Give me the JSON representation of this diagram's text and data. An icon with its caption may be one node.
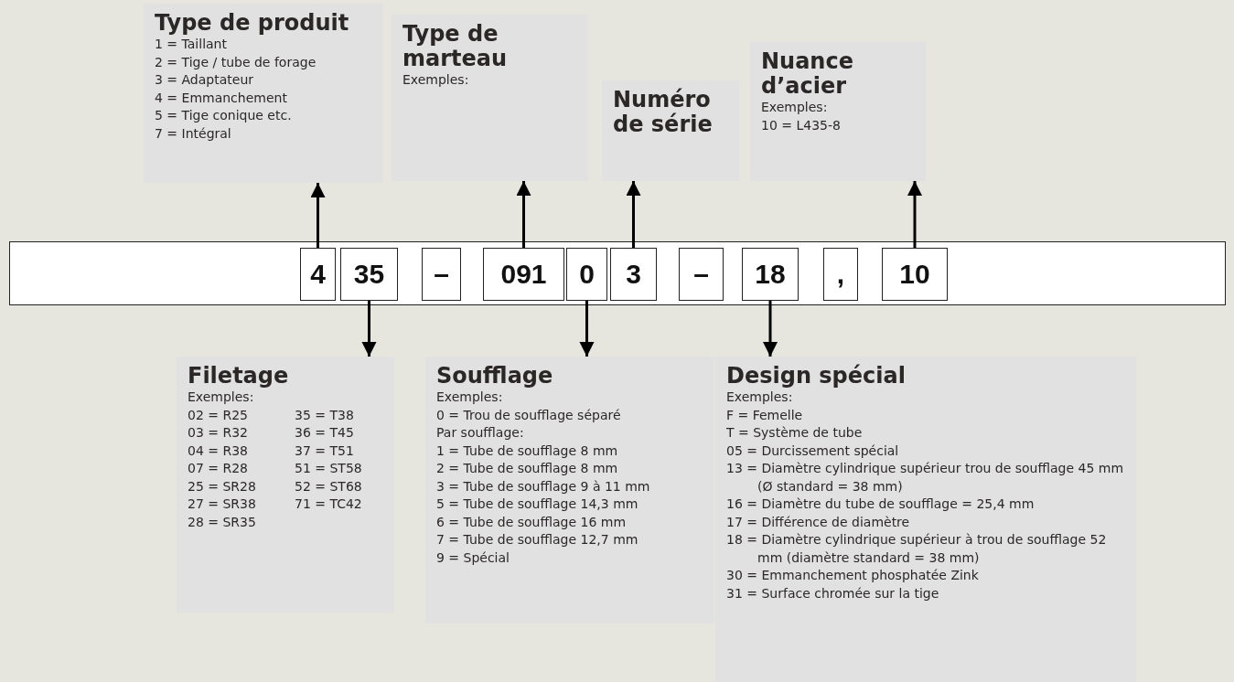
{
  "diagram": {
    "nodes": [
      {
        "text": [
          "Type de produit",
          "1 = Taillant",
          "2 = Tige / tube de forage",
          "3 = Adaptateur",
          "4 = Emmanchement",
          "5 = Tige conique etc.",
          "7 = Intégral"
        ]
      },
      {
        "text": [
          "Type de marteau",
          "Exemples:"
        ]
      },
      {
        "text": [
          "Numéro de série"
        ]
      },
      {
        "text": [
          "Nuance d’acier",
          "Exemples:",
          "10 = L435-8"
        ]
      },
      {
        "text": [],
        "shape": "bar"
      },
      {
        "text": [
          "4"
        ],
        "in": 4
      },
      {
        "text": [
          "35"
        ],
        "in": 4
      },
      {
        "text": [
          "–"
        ],
        "in": 4
      },
      {
        "text": [
          "091"
        ],
        "in": 4
      },
      {
        "text": [
          "0"
        ],
        "in": 4
      },
      {
        "text": [
          "3"
        ],
        "in": 4
      },
      {
        "text": [
          "–"
        ],
        "in": 4
      },
      {
        "text": [
          "18"
        ],
        "in": 4
      },
      {
        "text": [
          ","
        ],
        "in": 4
      },
      {
        "text": [
          "10"
        ],
        "in": 4
      },
      {
        "text": [
          "Filetage",
          "Exemples:",
          "02 = R25",
          "03 = R32",
          "04 = R38",
          "07 = R28",
          "25 = SR28",
          "27 = SR38",
          "28 = SR35",
          "35 = T38",
          "36 = T45",
          "37 = T51",
          "51 = ST58",
          "52 = ST68",
          "71 = TC42"
        ]
      },
      {
        "text": [
          "Soufflage",
          "Exemples:",
          "0 = Trou de soufflage séparé",
          "Par soufflage:",
          "1 = Tube de soufflage 8 mm",
          "2 = Tube de soufflage 8 mm",
          "3 = Tube de soufflage 9 à 11 mm",
          "5 = Tube de soufflage 14,3 mm",
          "6 = Tube de soufflage 16 mm",
          "7 = Tube de soufflage 12,7 mm",
          "9 = Spécial"
        ]
      },
      {
        "text": [
          "Design spécial",
          "Exemples:",
          "F = Femelle",
          "T = Système de tube",
          "05 = Durcissement spécial",
          "13 = Diamètre cylindrique supérieur trou de soufflage 45 mm (Ø standard = 38 mm)",
          "16 = Diamètre du tube de soufflage = 25,4 mm",
          "17 = Différence de diamètre",
          "18 = Diamètre cylindrique supérieur à trou de soufflage 52 mm (diamètre standard = 38 mm)",
          "30 = Emmanchement phosphatée Zink",
          "31 = Surface chromée sur la tige"
        ]
      }
    ],
    "edges": [
      {
        "from": 5,
        "to": 0,
        "arrow": "to"
      },
      {
        "from": 8,
        "to": 1,
        "arrow": "to"
      },
      {
        "from": 10,
        "to": 2,
        "arrow": "to"
      },
      {
        "from": 14,
        "to": 3,
        "arrow": "to"
      },
      {
        "from": 6,
        "to": 15,
        "arrow": "to"
      },
      {
        "from": 9,
        "to": 16,
        "arrow": "to"
      },
      {
        "from": 12,
        "to": 17,
        "arrow": "to"
      }
    ]
  }
}
